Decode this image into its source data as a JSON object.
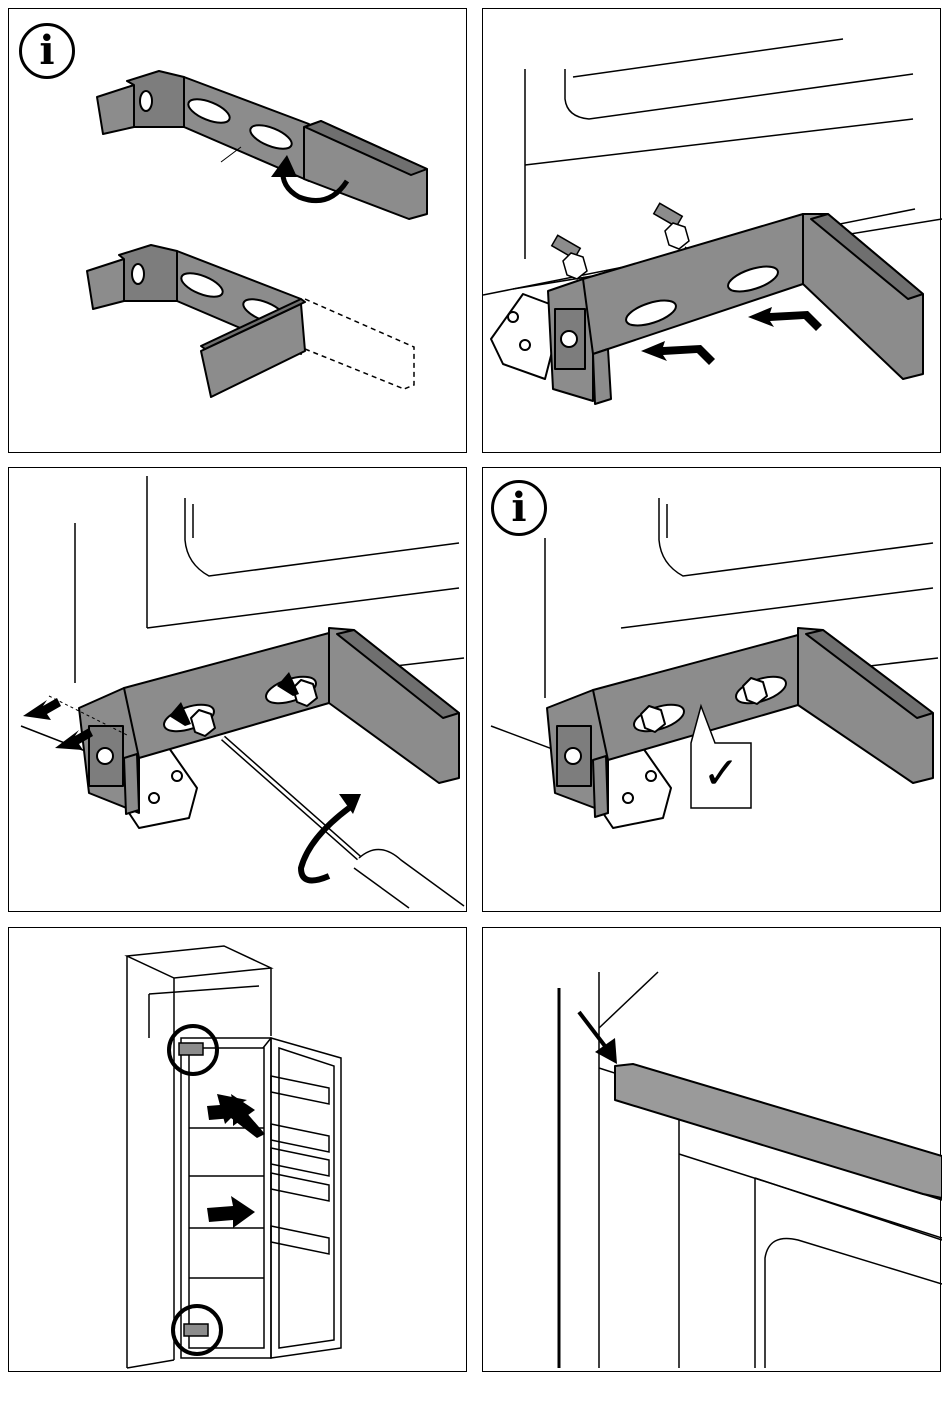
{
  "panels": [
    {
      "id": "step-1",
      "has_info": true
    },
    {
      "id": "step-2",
      "has_info": false
    },
    {
      "id": "step-3",
      "has_info": false
    },
    {
      "id": "step-4",
      "has_info": true
    },
    {
      "id": "step-5",
      "has_info": false
    },
    {
      "id": "step-6",
      "has_info": false
    }
  ],
  "icons": {
    "info_glyph": "i",
    "check_glyph": "✓"
  },
  "colors": {
    "bracket_fill": "#8c8c8c",
    "bracket_shade": "#6f6f6f",
    "strip_fill": "#9a9a9a",
    "line": "#000000"
  }
}
